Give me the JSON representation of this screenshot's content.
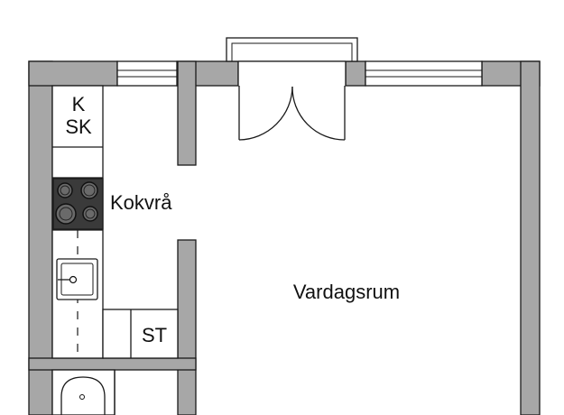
{
  "labels": {
    "k": "K",
    "sk": "SK",
    "kitchen": "Kokvrå",
    "living": "Vardagsrum",
    "st": "ST"
  },
  "colors": {
    "wall_fill": "#a7a7a7",
    "line": "#1a1a1a",
    "stove": "#3a3a3a",
    "background": "#ffffff"
  },
  "icons": {
    "stove": "stove-icon",
    "sink": "sink-icon",
    "bathtub": "bathtub-icon",
    "door": "double-door-icon",
    "window": "window-icon"
  }
}
